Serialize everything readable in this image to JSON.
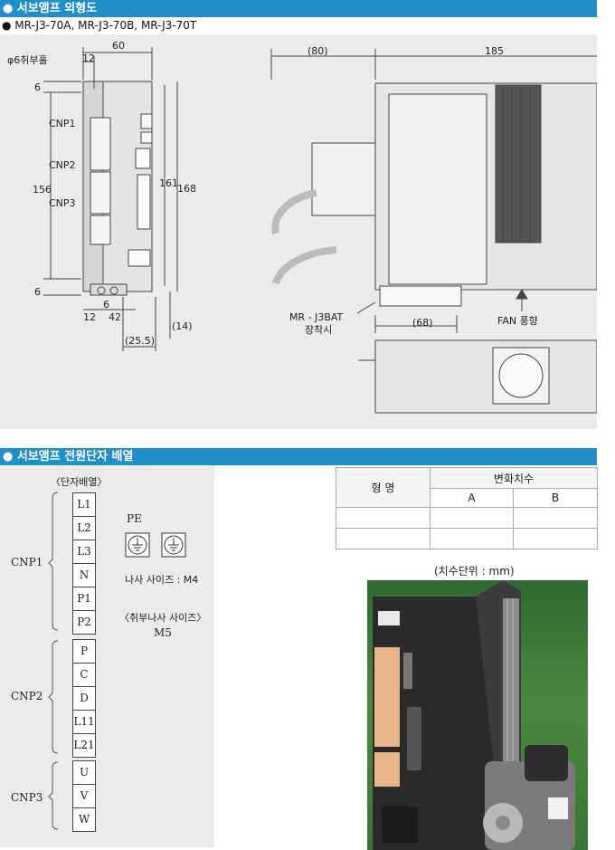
{
  "section1": {
    "title": "● 서보앰프 외형도",
    "models": "● MR-J3-70A, MR-J3-70B, MR-J3-70T"
  },
  "front_view": {
    "hole_label": "φ6취부홀",
    "dim_width": "60",
    "dim_12_top": "12",
    "dim_6_top": "6",
    "dim_156": "156",
    "dim_161": "161",
    "dim_168": "168",
    "dim_6_bottom": "6",
    "dim_12_bottom": "12",
    "dim_6_small": "6",
    "dim_42": "42",
    "dim_25_5": "(25.5)",
    "dim_14": "(14)",
    "cnp1": "CNP1",
    "cnp2": "CNP2",
    "cnp3": "CNP3"
  },
  "side_view": {
    "dim_80": "(80)",
    "dim_185": "185",
    "dim_68": "(68)",
    "bat_label": "MR - J3BAT",
    "bat_label2": "장착시",
    "fan_label": "FAN 풍향"
  },
  "section2": {
    "title": "● 서보앰프 전원단자 배열"
  },
  "terminal": {
    "heading": "〈단자배열〉",
    "cnp1_label": "CNP1",
    "cnp2_label": "CNP2",
    "cnp3_label": "CNP3",
    "cnp1": [
      "L1",
      "L2",
      "L3",
      "N",
      "P1",
      "P2"
    ],
    "cnp2": [
      "P",
      "C",
      "D",
      "L11",
      "L21"
    ],
    "cnp3": [
      "U",
      "V",
      "W"
    ],
    "pe_label": "PE",
    "screw_label": "나사 사이즈 : M4",
    "mount_label": "〈취부나사 사이즈〉",
    "mount_value": "M5"
  },
  "table": {
    "col_model": "형  명",
    "col_dim": "변화치수",
    "col_a": "A",
    "col_b": "B"
  },
  "unit_note": "(치수단위 : mm)"
}
